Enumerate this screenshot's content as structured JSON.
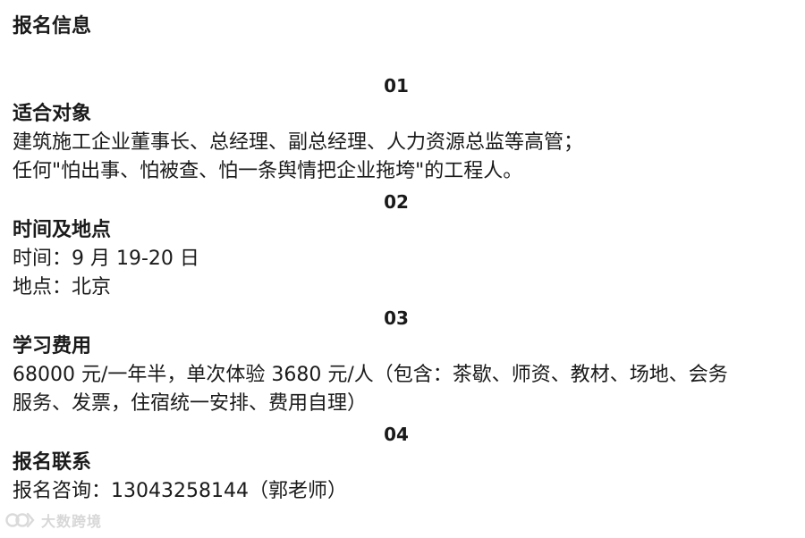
{
  "document": {
    "title": "报名信息",
    "sections": [
      {
        "number": "01",
        "heading": "适合对象",
        "lines": [
          "建筑施工企业董事长、总经理、副总经理、人力资源总监等高管；",
          "任何\"怕出事、怕被查、怕一条舆情把企业拖垮\"的工程人。"
        ]
      },
      {
        "number": "02",
        "heading": "时间及地点",
        "lines": [
          "时间：9 月 19-20 日",
          "地点：北京"
        ]
      },
      {
        "number": "03",
        "heading": "学习费用",
        "lines": [
          "68000 元/一年半，单次体验 3680 元/人（包含：茶歇、师资、教材、场地、会务",
          "服务、发票，住宿统一安排、费用自理）"
        ]
      },
      {
        "number": "04",
        "heading": "报名联系",
        "lines": [
          "报名咨询：13043258144（郭老师）"
        ]
      }
    ]
  },
  "watermark": {
    "text": "大数跨境",
    "icon": "brand-logo-icon"
  }
}
